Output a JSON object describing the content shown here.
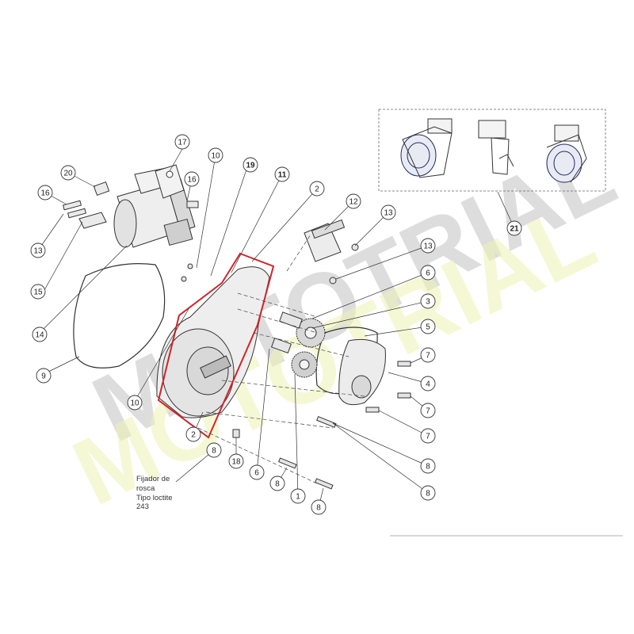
{
  "watermark": {
    "text": "MOTOTRIAL",
    "color_gray": "#b9b9b9",
    "color_yellow": "#eef3b4"
  },
  "colors": {
    "highlight": "#d2232a",
    "line": "#333333",
    "blue_detail": "#1d2a6a"
  },
  "note": {
    "line1": "Fijador de",
    "line2": "rosca",
    "line3": "Tipo loctite",
    "line4": "243"
  },
  "callouts": [
    {
      "id": "c17",
      "label": "17",
      "bold": false
    },
    {
      "id": "c10a",
      "label": "10",
      "bold": false
    },
    {
      "id": "c19",
      "label": "19",
      "bold": true
    },
    {
      "id": "c11",
      "label": "11",
      "bold": true
    },
    {
      "id": "c2a",
      "label": "2",
      "bold": false
    },
    {
      "id": "c12",
      "label": "12",
      "bold": false
    },
    {
      "id": "c13a",
      "label": "13",
      "bold": false
    },
    {
      "id": "c20",
      "label": "20",
      "bold": false
    },
    {
      "id": "c16a",
      "label": "16",
      "bold": false
    },
    {
      "id": "c16b",
      "label": "16",
      "bold": false
    },
    {
      "id": "c13b",
      "label": "13",
      "bold": false
    },
    {
      "id": "c15",
      "label": "15",
      "bold": false
    },
    {
      "id": "c14",
      "label": "14",
      "bold": false
    },
    {
      "id": "c9",
      "label": "9",
      "bold": false
    },
    {
      "id": "c13c",
      "label": "13",
      "bold": false
    },
    {
      "id": "c6a",
      "label": "6",
      "bold": false
    },
    {
      "id": "c3",
      "label": "3",
      "bold": false
    },
    {
      "id": "c5",
      "label": "5",
      "bold": false
    },
    {
      "id": "c7a",
      "label": "7",
      "bold": false
    },
    {
      "id": "c4",
      "label": "4",
      "bold": false
    },
    {
      "id": "c7b",
      "label": "7",
      "bold": false
    },
    {
      "id": "c7c",
      "label": "7",
      "bold": false
    },
    {
      "id": "c8a",
      "label": "8",
      "bold": false
    },
    {
      "id": "c8b",
      "label": "8",
      "bold": false
    },
    {
      "id": "c10b",
      "label": "10",
      "bold": false
    },
    {
      "id": "c2b",
      "label": "2",
      "bold": false
    },
    {
      "id": "c8c",
      "label": "8",
      "bold": false
    },
    {
      "id": "c18",
      "label": "18",
      "bold": false
    },
    {
      "id": "c6b",
      "label": "6",
      "bold": false
    },
    {
      "id": "c8d",
      "label": "8",
      "bold": false
    },
    {
      "id": "c1",
      "label": "1",
      "bold": false
    },
    {
      "id": "c8e",
      "label": "8",
      "bold": false
    },
    {
      "id": "c21",
      "label": "21",
      "bold": true
    }
  ]
}
